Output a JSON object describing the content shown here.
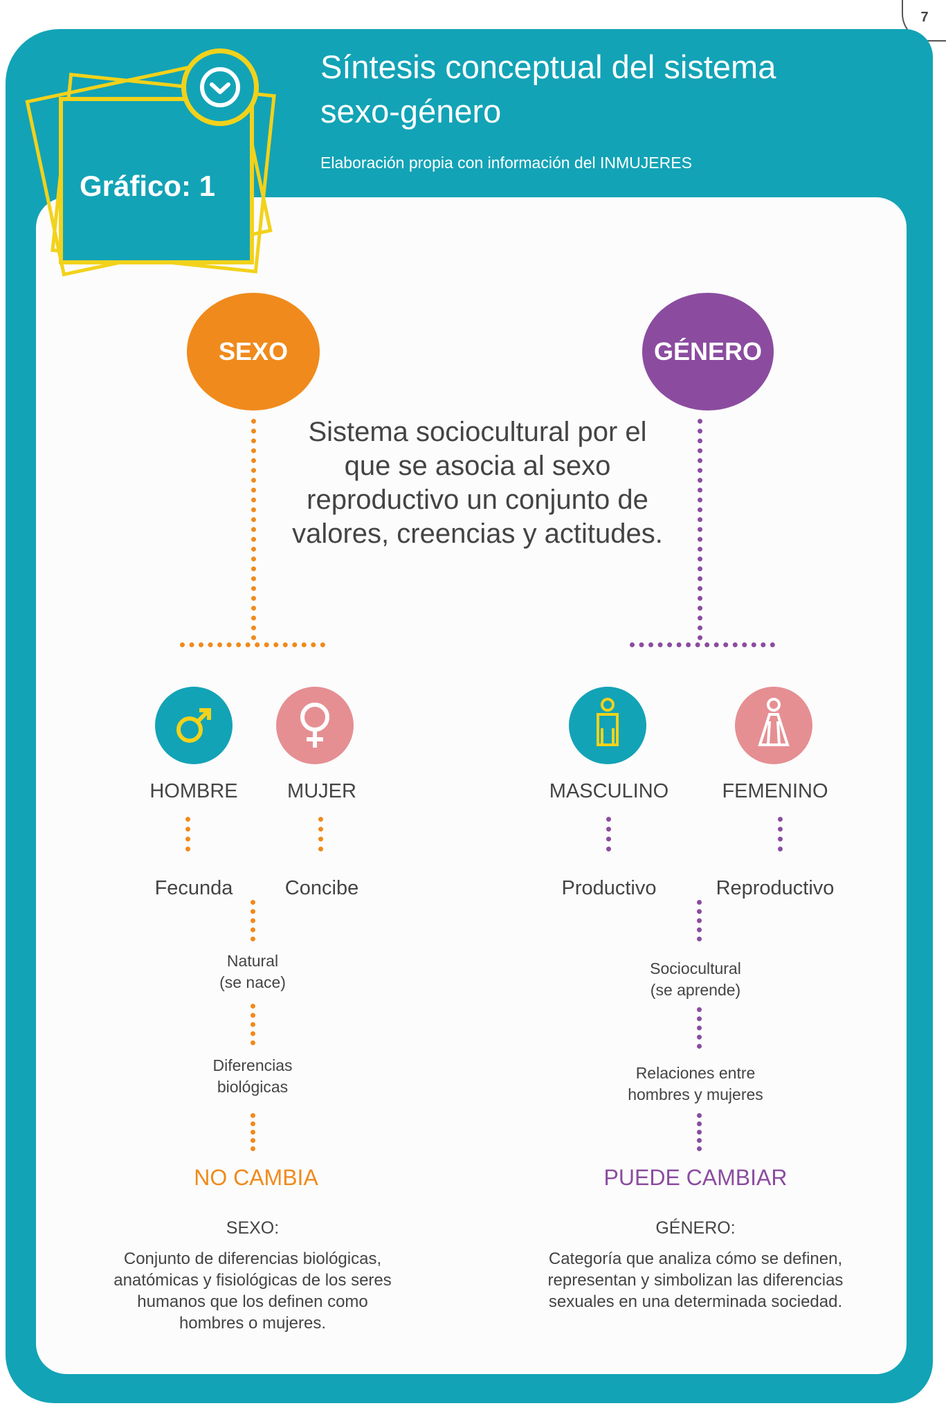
{
  "page_number": "7",
  "header": {
    "badge": "Gráfico: 1",
    "title": "Síntesis conceptual del sistema sexo-género",
    "subtitle": "Elaboración propia con información del INMUJERES"
  },
  "colors": {
    "teal": "#13a3b6",
    "yellow": "#f2d21b",
    "orange": "#f08a1c",
    "purple": "#8b4c9f",
    "pink": "#e58f93"
  },
  "diagram": {
    "central_text": "Sistema sociocultural por el que se asocia al sexo reproductivo un conjunto de valores, creencias y actitudes.",
    "left": {
      "node": "SEXO",
      "items": [
        {
          "icon": "male-symbol-icon",
          "label": "HOMBRE",
          "trait": "Fecunda"
        },
        {
          "icon": "female-symbol-icon",
          "label": "MUJER",
          "trait": "Concibe"
        }
      ],
      "step1": "Natural\n(se nace)",
      "step2": "Diferencias\nbiológicas",
      "verdict": "NO CAMBIA",
      "definition_title": "SEXO:",
      "definition": "Conjunto de diferencias biológicas, anatómicas y fisiológicas de los seres humanos que los definen como hombres o mujeres."
    },
    "right": {
      "node": "GÉNERO",
      "items": [
        {
          "icon": "masculine-figure-icon",
          "label": "MASCULINO",
          "trait": "Productivo"
        },
        {
          "icon": "feminine-figure-icon",
          "label": "FEMENINO",
          "trait": "Reproductivo"
        }
      ],
      "step1": "Sociocultural\n(se aprende)",
      "step2": "Relaciones entre\nhombres y mujeres",
      "verdict": "PUEDE CAMBIAR",
      "definition_title": "GÉNERO:",
      "definition": "Categoría que analiza cómo se definen, representan y simbolizan las diferencias sexuales en una determinada sociedad."
    }
  }
}
